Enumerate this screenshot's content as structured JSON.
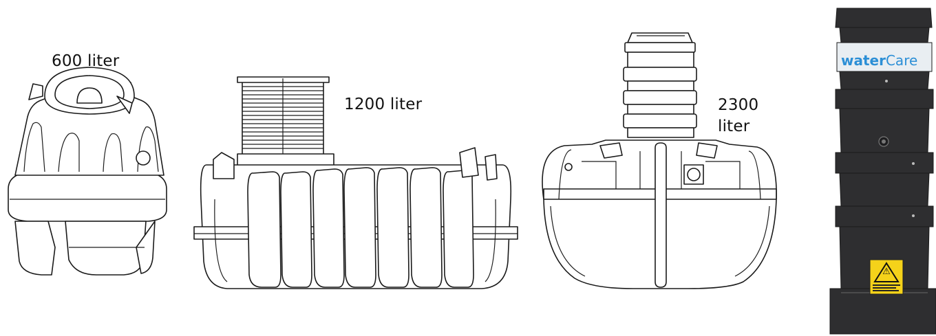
{
  "tanks": [
    {
      "id": "tank-600",
      "label": "600 liter"
    },
    {
      "id": "tank-1200",
      "label": "1200 liter"
    },
    {
      "id": "tank-2300",
      "label": "2300\nliter"
    }
  ],
  "product": {
    "brand_prefix": "water",
    "brand_suffix": "Care",
    "warning_symbol": "⚠"
  },
  "colors": {
    "outline": "#1a1a1a",
    "tank_body": "#2e2e30",
    "brand_blue": "#2c8fd6",
    "brand_band": "#e9eef2",
    "warning_yellow": "#f5d21a"
  }
}
